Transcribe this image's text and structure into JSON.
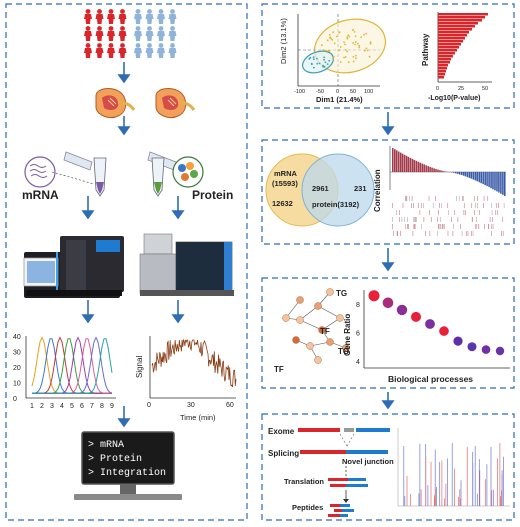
{
  "left": {
    "samples": {
      "red_people": 4,
      "blue_people": 4,
      "rows": 3
    },
    "mrna_label": "mRNA",
    "protein_label": "Protein",
    "line_chart": {
      "yticks": [
        "0",
        "10",
        "20",
        "30",
        "40"
      ],
      "xticks": [
        "1",
        "2",
        "3",
        "4",
        "5",
        "6",
        "7",
        "8",
        "9"
      ]
    },
    "signal_chart": {
      "ylabel": "Signal",
      "xlabel": "Time (min)",
      "xticks": [
        "0",
        "30",
        "60"
      ]
    },
    "monitor": {
      "lines": [
        "> mRNA",
        "> Protein",
        "> Integration"
      ]
    }
  },
  "right": {
    "pca": {
      "xlabel": "Dim1 (21.4%)",
      "ylabel": "Dim2 (13.1%)",
      "xticks": [
        "-100",
        "-50",
        "0",
        "50",
        "100"
      ]
    },
    "pathway": {
      "ylabel": "Pathway",
      "xlabel": "-Log10(P-value)",
      "xticks": [
        "0",
        "25",
        "50"
      ],
      "bars": [
        50,
        47,
        44,
        40,
        37,
        34,
        31,
        29,
        27,
        25,
        23,
        21,
        19,
        17,
        15,
        13,
        12,
        10,
        9,
        8,
        7,
        6
      ]
    },
    "venn": {
      "mrna_title": "mRNA",
      "mrna_total": "(15593)",
      "mrna_only": "12632",
      "overlap": "2961",
      "protein_only": "231",
      "protein_title": "protein(3192)"
    },
    "correlation": {
      "ylabel": "Correlation"
    },
    "network": {
      "nodes": [
        "TG",
        "TF",
        "TG",
        "TF"
      ]
    },
    "bubble": {
      "ylabel": "Gene Ratio",
      "xlabel": "Biological processes",
      "yticks": [
        "4",
        "6",
        "8"
      ],
      "values": [
        8.6,
        8.1,
        7.6,
        7.1,
        6.6,
        6.1,
        5.4,
        5.0,
        4.8,
        4.7
      ],
      "colors": [
        "#e8203a",
        "#a92b7a",
        "#8a2f9a",
        "#e8203a",
        "#7b2fa0",
        "#e8203a",
        "#5e2fa8",
        "#5a35b0",
        "#7030a5",
        "#6a32a8"
      ]
    },
    "genome": {
      "exome": "Exome",
      "splicing": "Splicing",
      "novel": "Novel junction",
      "translation": "Translation",
      "peptides": "Peptides"
    }
  },
  "colors": {
    "dash_border": "#2e6db4",
    "arrow": "#2e6db4",
    "red_person": "#d9262b",
    "blue_person": "#8fb3d9",
    "venn_yellow": "#f6dca0",
    "venn_blue": "#bcd8ec",
    "bar_red": "#d9262b"
  }
}
